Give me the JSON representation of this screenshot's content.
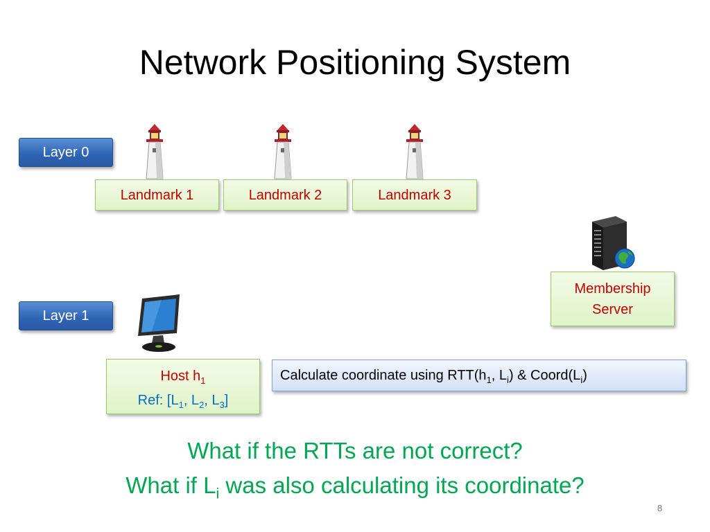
{
  "slide": {
    "title": "Network Positioning System",
    "page_number": "8"
  },
  "layers": {
    "layer0": "Layer 0",
    "layer1": "Layer 1"
  },
  "landmarks": [
    "Landmark 1",
    "Landmark 2",
    "Landmark 3"
  ],
  "membership_server": {
    "line1": "Membership",
    "line2": "Server"
  },
  "host": {
    "label": "Host h",
    "label_sub": "1",
    "ref_prefix": "Ref: [L",
    "ref_sub1": "1",
    "ref_sep1": ", L",
    "ref_sub2": "2",
    "ref_sep2": ", L",
    "ref_sub3": "3",
    "ref_suffix": "]"
  },
  "calculation": {
    "part1": "Calculate coordinate using RTT(h",
    "sub1": "1",
    "part2": ", L",
    "sub2": "i",
    "part3": ") & Coord(L",
    "sub3": "i",
    "part4": ")"
  },
  "questions": {
    "q1": "What if the RTTs are not correct?",
    "q2_part1": "What if L",
    "q2_sub": "i",
    "q2_part2": " was also calculating its coordinate?"
  },
  "colors": {
    "landmark_text": "#c00000",
    "ref_text": "#0070c0",
    "question_text": "#00a651",
    "layer_button": "#2e63b3"
  },
  "icons": {
    "landmark": "lighthouse-icon",
    "server": "server-globe-icon",
    "host": "monitor-icon"
  }
}
